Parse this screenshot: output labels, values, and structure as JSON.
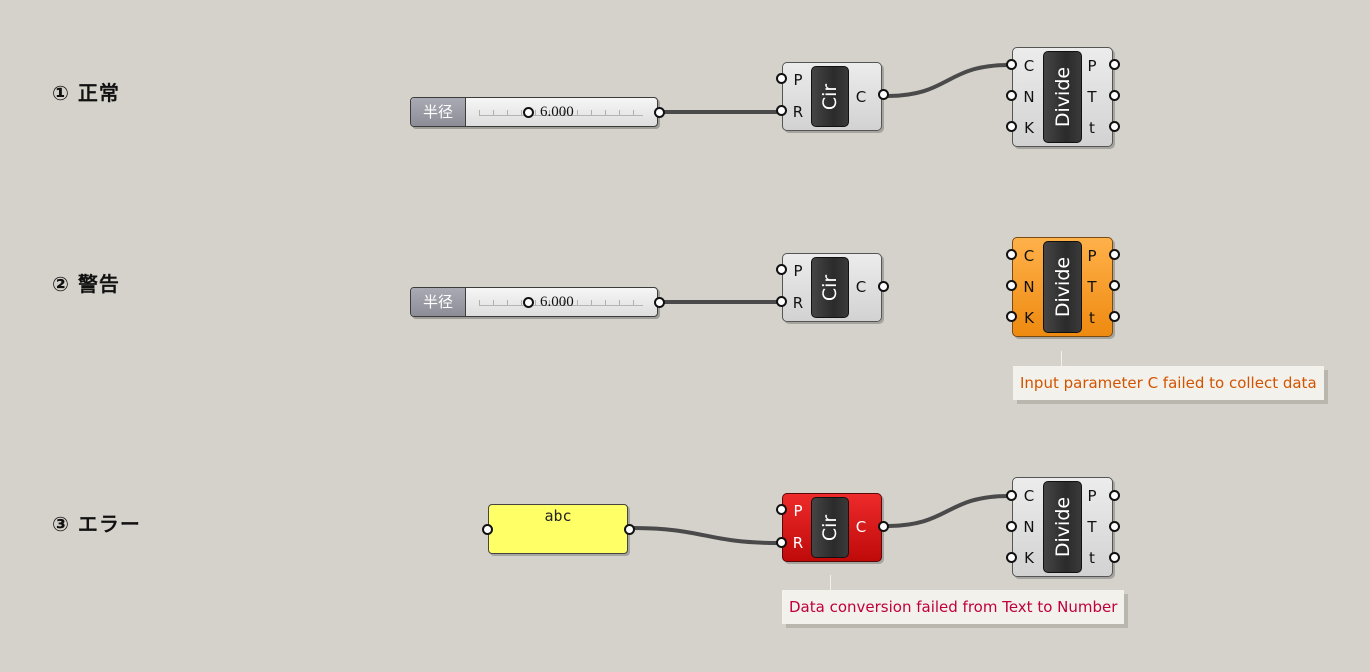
{
  "rows": [
    {
      "label": "① 正常",
      "slider": {
        "name": "半径",
        "value": "6.000"
      },
      "circle": {
        "inputs": [
          "P",
          "R"
        ],
        "title": "Cir",
        "outputs": [
          "C"
        ],
        "state": "normal"
      },
      "divide": {
        "inputs": [
          "C",
          "N",
          "K"
        ],
        "title": "Divide",
        "outputs": [
          "P",
          "T",
          "t"
        ],
        "state": "normal"
      }
    },
    {
      "label": "② 警告",
      "slider": {
        "name": "半径",
        "value": "6.000"
      },
      "circle": {
        "inputs": [
          "P",
          "R"
        ],
        "title": "Cir",
        "outputs": [
          "C"
        ],
        "state": "normal"
      },
      "divide": {
        "inputs": [
          "C",
          "N",
          "K"
        ],
        "title": "Divide",
        "outputs": [
          "P",
          "T",
          "t"
        ],
        "state": "warning"
      },
      "message": "Input parameter C failed to collect data"
    },
    {
      "label": "③ エラー",
      "panel": {
        "text": "abc"
      },
      "circle": {
        "inputs": [
          "P",
          "R"
        ],
        "title": "Cir",
        "outputs": [
          "C"
        ],
        "state": "error"
      },
      "divide": {
        "inputs": [
          "C",
          "N",
          "K"
        ],
        "title": "Divide",
        "outputs": [
          "P",
          "T",
          "t"
        ],
        "state": "normal"
      },
      "message": "Data conversion failed from Text to Number"
    }
  ],
  "colors": {
    "canvas": "#d5d2cb",
    "warning": "#f7941d",
    "error": "#d81a1a",
    "panel": "#ffff66",
    "warning_text": "#d35400",
    "error_text": "#c0003c"
  }
}
